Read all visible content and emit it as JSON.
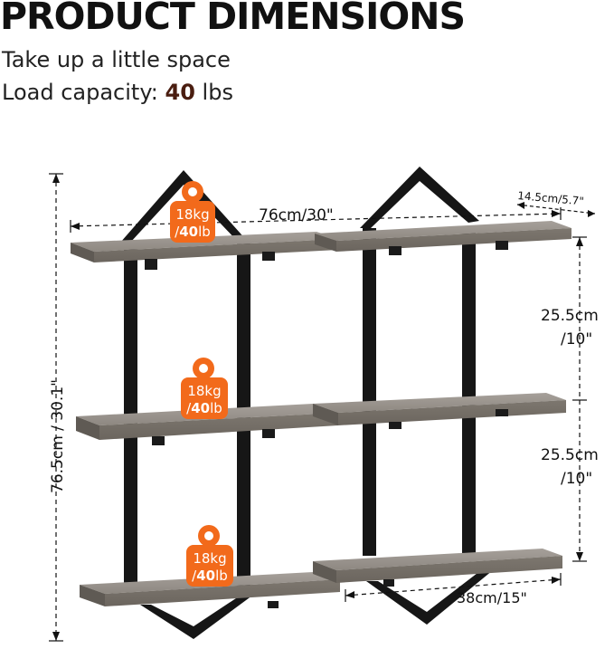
{
  "header": {
    "title": "PRODUCT DIMENSIONS",
    "subtitle": "Take up a little space",
    "load_label": "Load capacity: ",
    "load_value": "40",
    "load_unit": " lbs"
  },
  "dimensions": {
    "width": "76cm/30\"",
    "depth": "14.5cm/5.7\"",
    "height": "76.5cm / 30.1\"",
    "spacing_top_cm": "25.5cm",
    "spacing_top_in": "/10\"",
    "spacing_bottom_cm": "25.5cm",
    "spacing_bottom_in": "/10\"",
    "shelf_width": "38cm/15\""
  },
  "badges": [
    {
      "kg": "18kg",
      "lb_prefix": "/",
      "lb_value": "40",
      "lb_unit": "lb"
    },
    {
      "kg": "18kg",
      "lb_prefix": "/",
      "lb_value": "40",
      "lb_unit": "lb"
    },
    {
      "kg": "18kg",
      "lb_prefix": "/",
      "lb_value": "40",
      "lb_unit": "lb"
    }
  ],
  "colors": {
    "badge": "#f26a1b",
    "shelf": "#8f8982",
    "frame": "#161616",
    "accent": "#4a1d10"
  }
}
